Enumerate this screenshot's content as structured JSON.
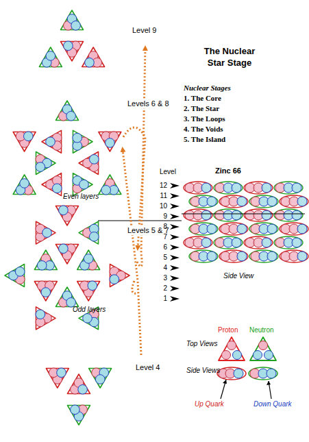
{
  "diagram": {
    "title": "The Nuclear Star Stage",
    "labels": [
      "Nuclear Stages",
      "1. The Core",
      "2. The Star",
      "3. The Loops",
      "4. The Voids",
      "5. The Island",
      "Level 9",
      "Levels 6 & 8",
      "Even layers",
      "Levels 5 & 7",
      "Odd layers",
      "Level 4",
      "Level",
      "12",
      "11",
      "10",
      "9",
      "8",
      "7",
      "6",
      "5",
      "4",
      "3",
      "2",
      "1",
      "Zinc 66",
      "Side View",
      "Top Views",
      "Side Views",
      "Up Quark",
      "Down Quark"
    ],
    "legend": [
      {
        "text": "Proton",
        "color": "#e02020"
      },
      {
        "text": "Neutron",
        "color": "#20a020"
      }
    ]
  }
}
